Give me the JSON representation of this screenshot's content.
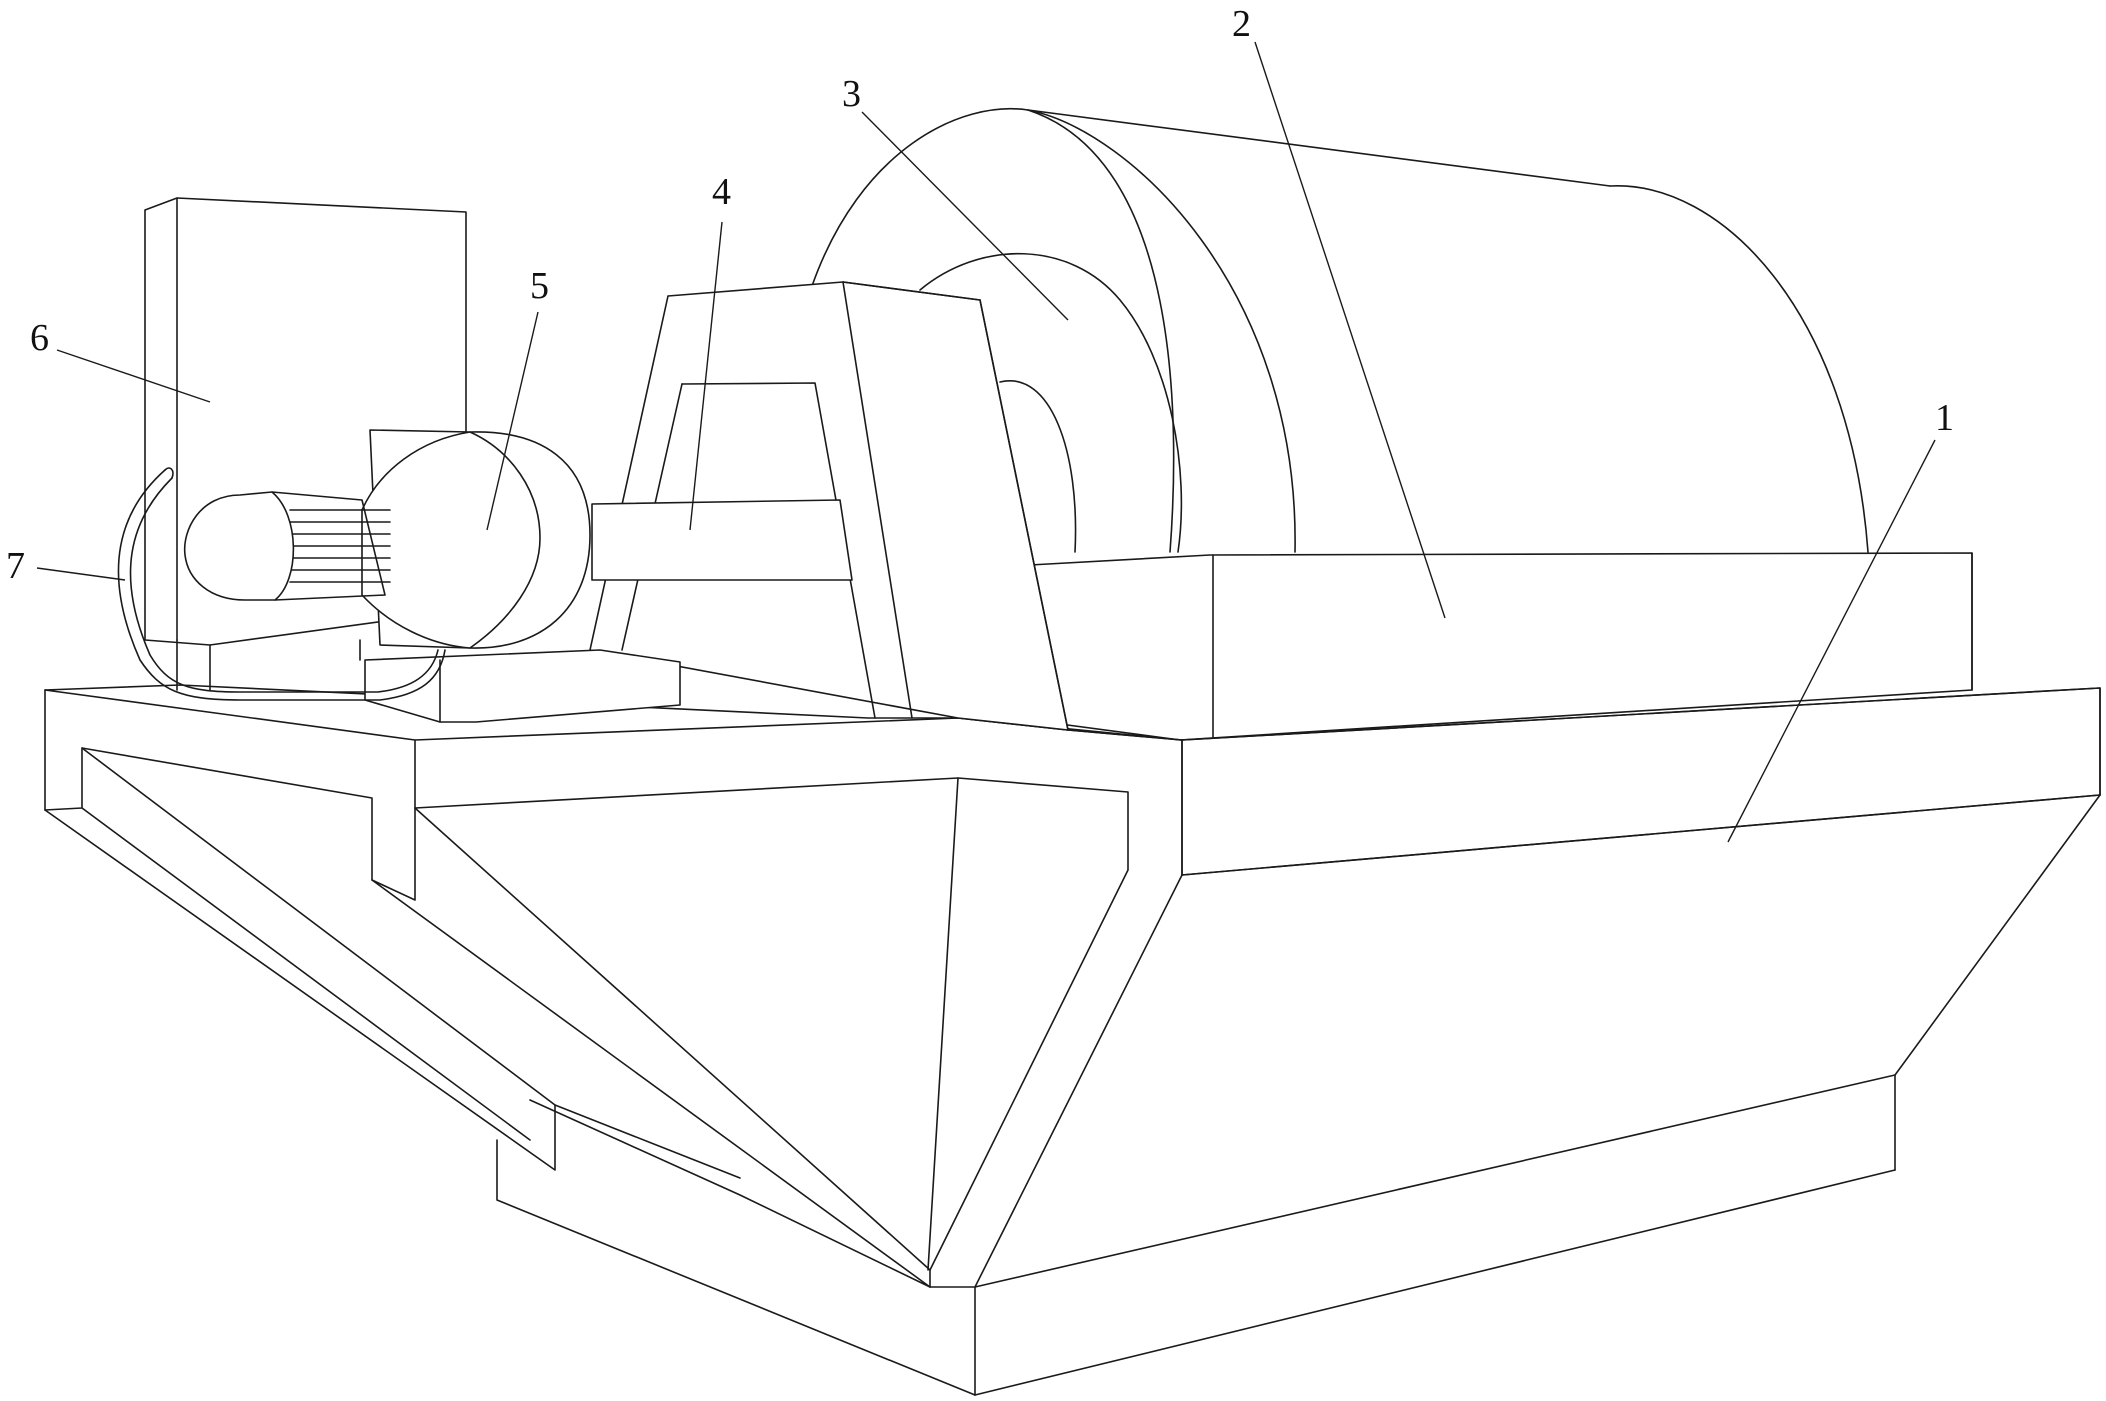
{
  "figure": {
    "labels": [
      {
        "id": "1",
        "text": "1"
      },
      {
        "id": "2",
        "text": "2"
      },
      {
        "id": "3",
        "text": "3"
      },
      {
        "id": "4",
        "text": "4"
      },
      {
        "id": "5",
        "text": "5"
      },
      {
        "id": "6",
        "text": "6"
      },
      {
        "id": "7",
        "text": "7"
      }
    ],
    "colors": {
      "line": "#1a1a1a",
      "background": "#ffffff"
    }
  }
}
